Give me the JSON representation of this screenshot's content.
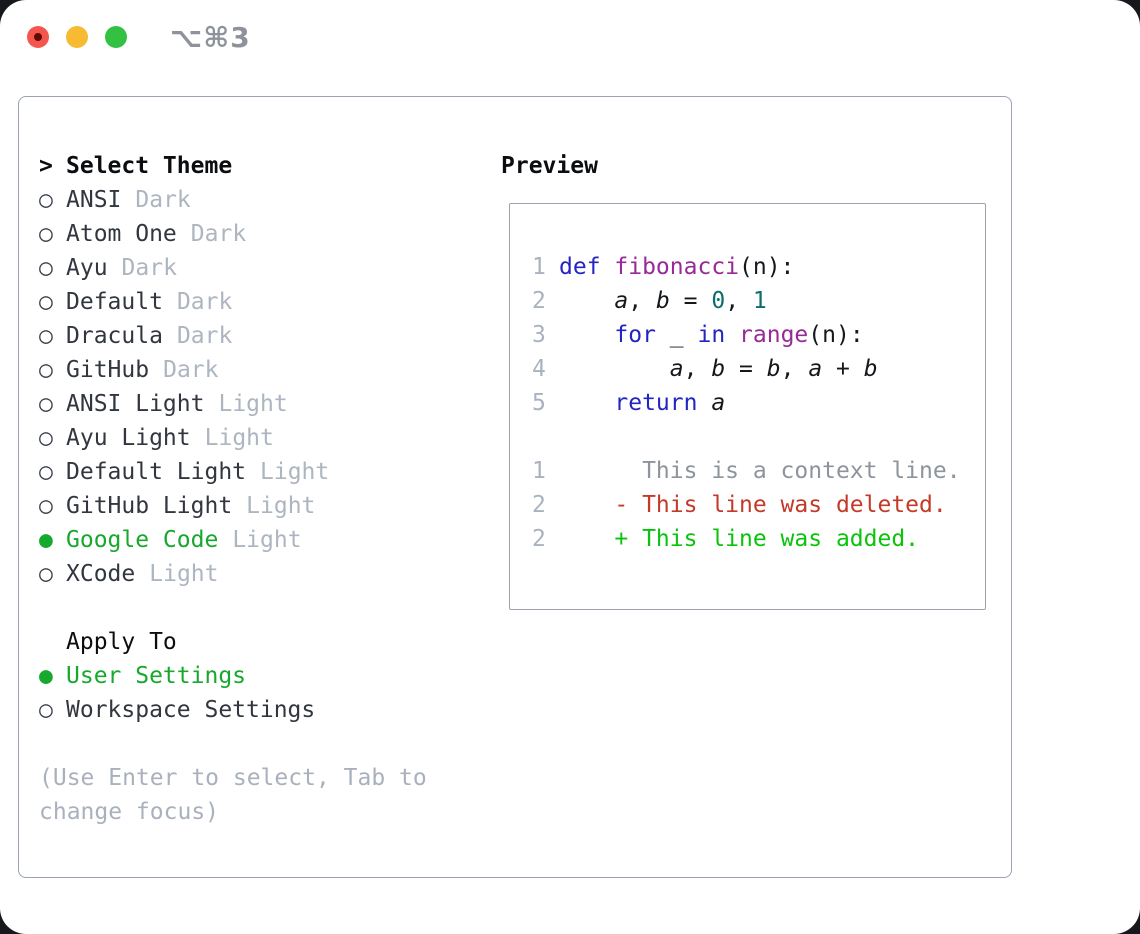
{
  "window": {
    "title": "⌥⌘3"
  },
  "theme_picker": {
    "header": {
      "marker": ">",
      "label": "Select Theme"
    },
    "items": [
      {
        "marker": "○",
        "name": "ANSI",
        "variant": "Dark",
        "selected": false
      },
      {
        "marker": "○",
        "name": "Atom One",
        "variant": "Dark",
        "selected": false
      },
      {
        "marker": "○",
        "name": "Ayu",
        "variant": "Dark",
        "selected": false
      },
      {
        "marker": "○",
        "name": "Default",
        "variant": "Dark",
        "selected": false
      },
      {
        "marker": "○",
        "name": "Dracula",
        "variant": "Dark",
        "selected": false
      },
      {
        "marker": "○",
        "name": "GitHub",
        "variant": "Dark",
        "selected": false
      },
      {
        "marker": "○",
        "name": "ANSI Light",
        "variant": "Light",
        "selected": false
      },
      {
        "marker": "○",
        "name": "Ayu Light",
        "variant": "Light",
        "selected": false
      },
      {
        "marker": "○",
        "name": "Default Light",
        "variant": "Light",
        "selected": false
      },
      {
        "marker": "○",
        "name": "GitHub Light",
        "variant": "Light",
        "selected": false
      },
      {
        "marker": "●",
        "name": "Google Code",
        "variant": "Light",
        "selected": true
      },
      {
        "marker": "○",
        "name": "XCode",
        "variant": "Light",
        "selected": false
      }
    ]
  },
  "apply_to": {
    "label": "Apply To",
    "options": [
      {
        "marker": "●",
        "label": "User Settings",
        "selected": true
      },
      {
        "marker": "○",
        "label": "Workspace Settings",
        "selected": false
      }
    ]
  },
  "help": {
    "lines": [
      "(Use Enter to select, Tab to",
      "change focus)"
    ]
  },
  "preview": {
    "label": "Preview",
    "code_lines": [
      {
        "num": "1",
        "tokens": [
          {
            "type": "keyword",
            "text": "def "
          },
          {
            "type": "function",
            "text": "fibonacci"
          },
          {
            "type": "plain",
            "text": "(n):"
          }
        ]
      },
      {
        "num": "2",
        "tokens": [
          {
            "type": "plain",
            "text": "    "
          },
          {
            "type": "variable",
            "text": "a"
          },
          {
            "type": "plain",
            "text": ", "
          },
          {
            "type": "variable",
            "text": "b"
          },
          {
            "type": "plain",
            "text": " = "
          },
          {
            "type": "literal",
            "text": "0"
          },
          {
            "type": "plain",
            "text": ", "
          },
          {
            "type": "literal",
            "text": "1"
          }
        ]
      },
      {
        "num": "3",
        "tokens": [
          {
            "type": "plain",
            "text": "    "
          },
          {
            "type": "keyword",
            "text": "for"
          },
          {
            "type": "plain",
            "text": " _ "
          },
          {
            "type": "keyword",
            "text": "in"
          },
          {
            "type": "plain",
            "text": " "
          },
          {
            "type": "function",
            "text": "range"
          },
          {
            "type": "plain",
            "text": "(n):"
          }
        ]
      },
      {
        "num": "4",
        "tokens": [
          {
            "type": "plain",
            "text": "        "
          },
          {
            "type": "variable",
            "text": "a"
          },
          {
            "type": "plain",
            "text": ", "
          },
          {
            "type": "variable",
            "text": "b"
          },
          {
            "type": "plain",
            "text": " = "
          },
          {
            "type": "variable",
            "text": "b"
          },
          {
            "type": "plain",
            "text": ", "
          },
          {
            "type": "variable",
            "text": "a"
          },
          {
            "type": "plain",
            "text": " + "
          },
          {
            "type": "variable",
            "text": "b"
          }
        ]
      },
      {
        "num": "5",
        "tokens": [
          {
            "type": "plain",
            "text": "    "
          },
          {
            "type": "keyword",
            "text": "return"
          },
          {
            "type": "plain",
            "text": " "
          },
          {
            "type": "variable",
            "text": "a"
          }
        ]
      }
    ],
    "diff_lines": [
      {
        "num": "1",
        "type": "context",
        "text": "      This is a context line."
      },
      {
        "num": "2",
        "type": "deleted",
        "text": "    - This line was deleted."
      },
      {
        "num": "2",
        "type": "added",
        "text": "    + This line was added."
      }
    ]
  },
  "colors": {
    "accent_green": "#17a82e",
    "muted_gray": "#adb5c1",
    "text_dark": "#31363f",
    "keyword_blue": "#2424c2",
    "function_purple": "#972a97",
    "literal_teal": "#0e6c6c",
    "diff_deleted_red": "#c43a28",
    "diff_added_green": "#0bc30b",
    "border_gray": "#9aa3ae",
    "traffic_red": "#f4564d",
    "traffic_yellow": "#f6bb32",
    "traffic_green": "#33c143"
  }
}
